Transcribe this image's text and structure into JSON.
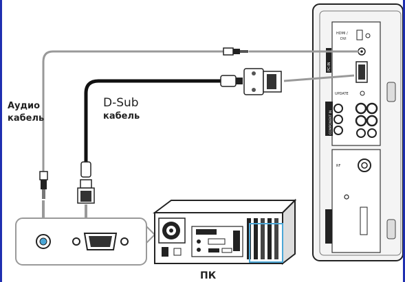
{
  "labels": {
    "audio_cable_line1": "Аудио",
    "audio_cable_line2": "кабель",
    "dsub_cable_line1": "D-Sub",
    "dsub_cable_line2": "кабель",
    "pc": "ПК"
  },
  "panel_labels": {
    "hdmi": "HDMI /",
    "dvi": "DVI",
    "pc_in": "PC-IN",
    "update": "UPDATE",
    "component": "COMPONENT IN",
    "rf": "RF"
  },
  "colors": {
    "cable_gray": "#999999",
    "cable_black": "#111111",
    "slot_highlight": "#4aa6d6",
    "border_blue": "#1f2fb0"
  }
}
